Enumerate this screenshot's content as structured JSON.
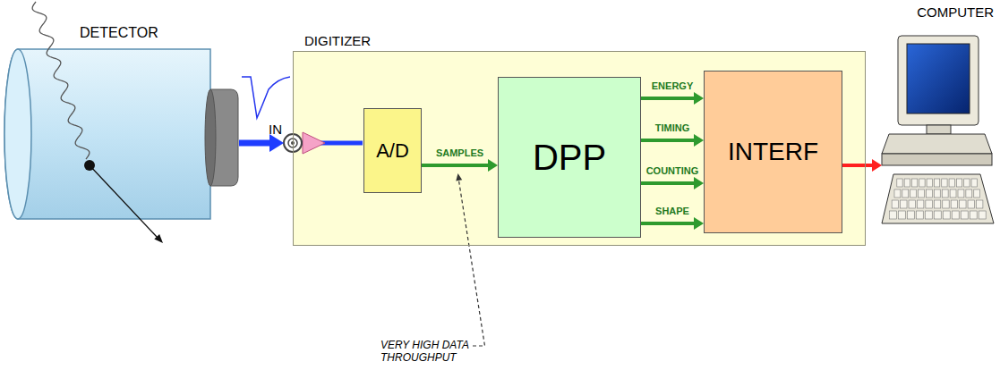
{
  "diagram": {
    "nodes": [
      {
        "text": [
          "DETECTOR"
        ]
      },
      {
        "text": [
          "DIGITIZER"
        ]
      },
      {
        "text": [
          "A/D"
        ],
        "in": 1
      },
      {
        "text": [
          "DPP"
        ],
        "in": 1
      },
      {
        "text": [
          "INTERF"
        ],
        "in": 1
      },
      {
        "text": [
          "COMPUTER"
        ]
      }
    ],
    "edges": [
      {
        "from": 0,
        "to": 1,
        "arrow": "to"
      },
      {
        "from": 2,
        "to": 3,
        "label": "SAMPLES",
        "arrow": "to"
      },
      {
        "from": 3,
        "to": 4,
        "label": "ENERGY",
        "arrow": "to"
      },
      {
        "from": 3,
        "to": 4,
        "label": "TIMING",
        "arrow": "to"
      },
      {
        "from": 3,
        "to": 4,
        "label": "COUNTING",
        "arrow": "to"
      },
      {
        "from": 3,
        "to": 4,
        "label": "SHAPE",
        "arrow": "to"
      },
      {
        "from": 4,
        "to": 5,
        "arrow": "to"
      }
    ],
    "labels": [
      "IN",
      "VERY HIGH DATA THROUGHPUT"
    ]
  }
}
